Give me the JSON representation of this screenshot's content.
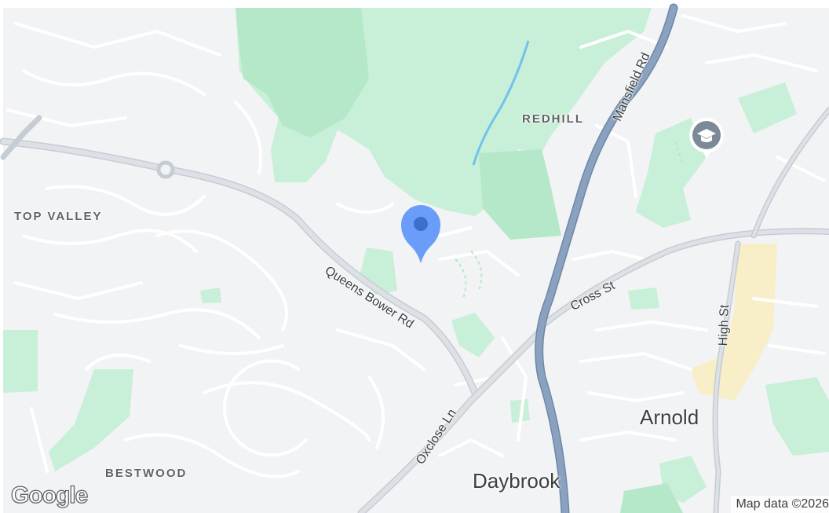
{
  "map": {
    "areas": {
      "top_valley": "TOP VALLEY",
      "redhill": "REDHILL",
      "bestwood": "BESTWOOD"
    },
    "towns": {
      "arnold": "Arnold",
      "daybrook": "Daybrook"
    },
    "roads": {
      "mansfield_rd": "Mansfield Rd",
      "queens_bower_rd": "Queens Bower Rd",
      "cross_st": "Cross St",
      "high_st": "High St",
      "oxclose_ln": "Oxclose Ln"
    },
    "markers": {
      "location_pin": "location-pin-icon",
      "school_poi": "school-icon"
    },
    "colors": {
      "land": "#f1f3f4",
      "park": "#c8efd7",
      "forest": "#b4e8c8",
      "minor_road": "#ffffff",
      "arterial_road": "#c6ccd4",
      "highway": "#8aa2bf",
      "highway_casing": "#6e87a6",
      "water": "#6fc4ec",
      "commercial": "#f8eec7",
      "pin": "#6a9dfa",
      "pin_dot": "#3a6fd0"
    }
  },
  "footer": {
    "logo": "Google",
    "attribution": "Map data ©2026"
  }
}
